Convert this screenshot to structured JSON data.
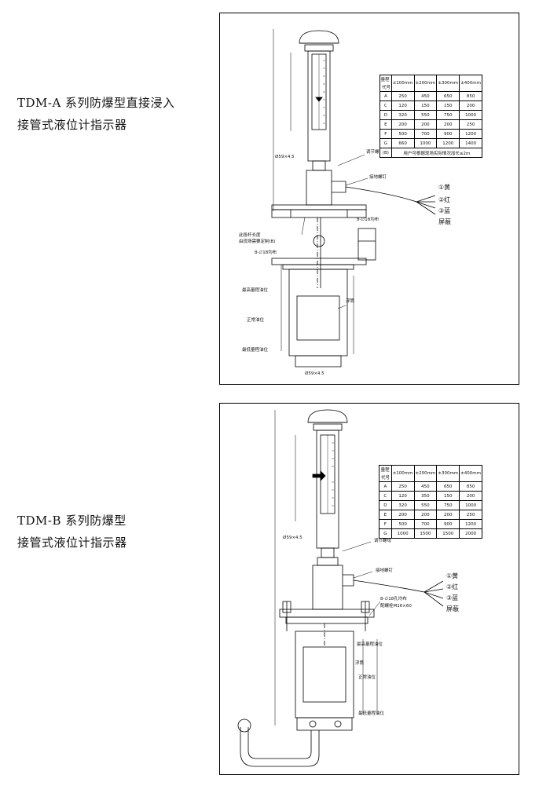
{
  "caption_a": {
    "line1": "TDM-A 系列防爆型直接浸入",
    "line2": "接管式液位计指示器"
  },
  "caption_b": {
    "line1": "TDM-B 系列防爆型",
    "line2": "接管式液位计指示器"
  },
  "table_header": {
    "range": "量程",
    "code": "代号",
    "cols": [
      "±100mm",
      "±200mm",
      "±300mm",
      "±400mm"
    ]
  },
  "table_a": {
    "rows": [
      {
        "code": "A",
        "values": [
          "250",
          "450",
          "650",
          "850"
        ]
      },
      {
        "code": "C",
        "values": [
          "120",
          "150",
          "150",
          "200"
        ]
      },
      {
        "code": "D",
        "values": [
          "320",
          "550",
          "750",
          "1000"
        ]
      },
      {
        "code": "E",
        "values": [
          "200",
          "200",
          "200",
          "250"
        ]
      },
      {
        "code": "F",
        "values": [
          "500",
          "700",
          "900",
          "1200"
        ]
      },
      {
        "code": "G",
        "values": [
          "660",
          "1000",
          "1200",
          "1400"
        ]
      }
    ],
    "note_code": "(B)",
    "note": "用户可根据现场实际情况加长≤2m"
  },
  "table_b": {
    "rows": [
      {
        "code": "A",
        "values": [
          "250",
          "450",
          "650",
          "850"
        ]
      },
      {
        "code": "C",
        "values": [
          "120",
          "350",
          "150",
          "200"
        ]
      },
      {
        "code": "D",
        "values": [
          "320",
          "550",
          "750",
          "1000"
        ]
      },
      {
        "code": "E",
        "values": [
          "200",
          "200",
          "200",
          "250"
        ]
      },
      {
        "code": "F",
        "values": [
          "500",
          "700",
          "900",
          "1200"
        ]
      },
      {
        "code": "G",
        "values": [
          "1000",
          "1500",
          "1500",
          "2000"
        ]
      }
    ]
  },
  "wires": {
    "yellow": "①黄",
    "red": "②红",
    "blue": "③蓝",
    "shield": "屏蔽"
  },
  "labels_a": {
    "adjust_nut": "调节螺母",
    "ground_screw": "接地螺钉",
    "rod_note_1": "此段杆长度",
    "rod_note_2": "由现场需要定制(B)",
    "hole_1": "8-∅18均布",
    "hole_2": "8-∅18均布",
    "max_level": "最高量程油位",
    "normal_level": "正常油位",
    "min_level": "最低量程油位",
    "float": "浮筒",
    "dim_top": "Ø59×4.5",
    "dim_bottom": "Ø59×4.5"
  },
  "labels_b": {
    "adjust_nut": "调节螺母",
    "ground_screw": "接地螺钉",
    "hole_note": "8-∅18孔均布",
    "bolt_note": "配螺栓M16×60",
    "max_level": "最高量程油位",
    "normal_level": "正常油位",
    "min_level": "最低量程油位",
    "float": "浮筒",
    "dim_top": "Ø59×4.5"
  }
}
